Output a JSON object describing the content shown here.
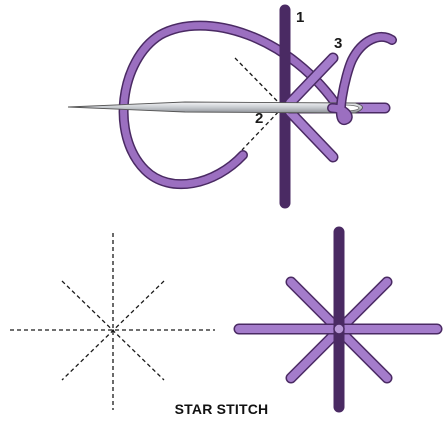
{
  "labels": {
    "one": "1",
    "two": "2",
    "three": "3"
  },
  "caption": "STAR STITCH",
  "colors": {
    "thread": "#9b6fc0",
    "thread_outline": "#4a2a63",
    "thread_highlight": "#cdb4e2",
    "needle": "#cfd2d6",
    "guide_lines": "#1a1a1a"
  }
}
